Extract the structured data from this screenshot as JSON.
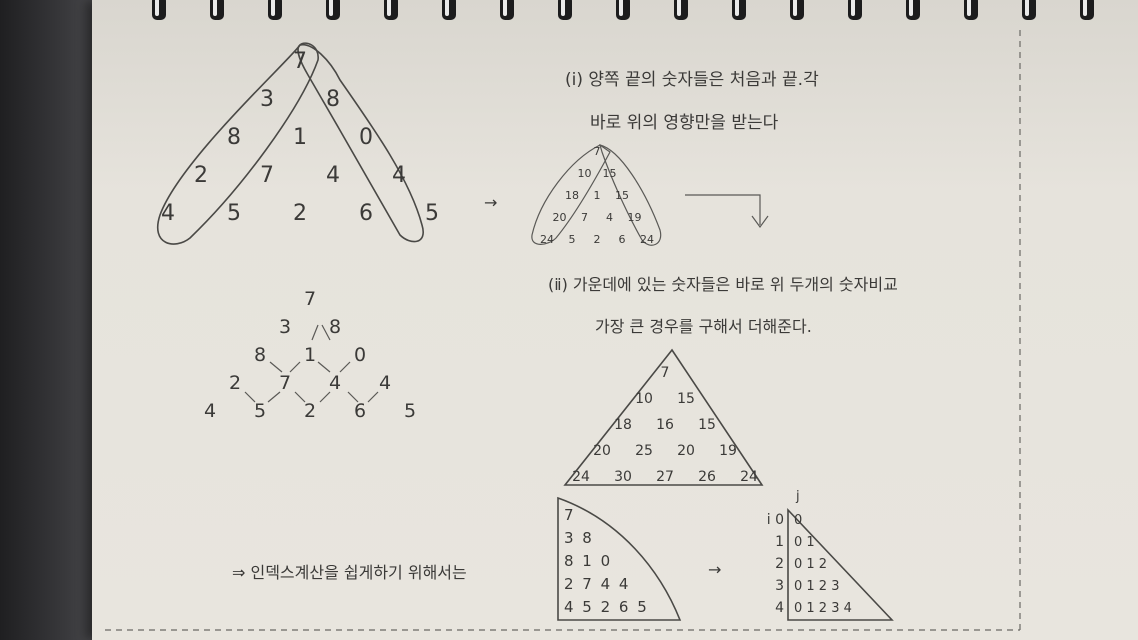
{
  "notes": {
    "point1_line1": "(ⅰ) 양쪽 끝의 숫자들은 처음과 끝.각",
    "point1_line2": "바로 위의 영향만을 받는다",
    "point2_line1": "(ⅱ) 가운데에 있는 숫자들은 바로 위 두개의 숫자비교",
    "point2_line2": "가장 큰 경우를 구해서 더해준다.",
    "bottom_note": "⇒ 인덱스계산을 쉽게하기 위해서는",
    "arrow_mid": "→",
    "arrow_bottom": "→"
  },
  "triangle_input": [
    [
      "7"
    ],
    [
      "3",
      "8"
    ],
    [
      "8",
      "1",
      "0"
    ],
    [
      "2",
      "7",
      "4",
      "4"
    ],
    [
      "4",
      "5",
      "2",
      "6",
      "5"
    ]
  ],
  "triangle_edges_sketch": [
    [
      "7"
    ],
    [
      "10",
      "15"
    ],
    [
      "18",
      "1",
      "15"
    ],
    [
      "20",
      "7",
      "4",
      "19"
    ],
    [
      "24",
      "5",
      "2",
      "6",
      "24"
    ]
  ],
  "triangle_sums": [
    [
      "7"
    ],
    [
      "10",
      "15"
    ],
    [
      "18",
      "16",
      "15"
    ],
    [
      "20",
      "25",
      "20",
      "19"
    ],
    [
      "24",
      "30",
      "27",
      "26",
      "24"
    ]
  ],
  "left_aligned_rows": [
    "7",
    "3 8",
    "8 1 0",
    "2 7 4 4",
    "4 5 2 6 5"
  ],
  "index_triangle": {
    "header": "j",
    "row_labels": [
      "i 0",
      "1",
      "2",
      "3",
      "4"
    ],
    "rows": [
      "0",
      "0 1",
      "0 1 2",
      "0 1 2 3",
      "0 1 2 3 4"
    ]
  }
}
